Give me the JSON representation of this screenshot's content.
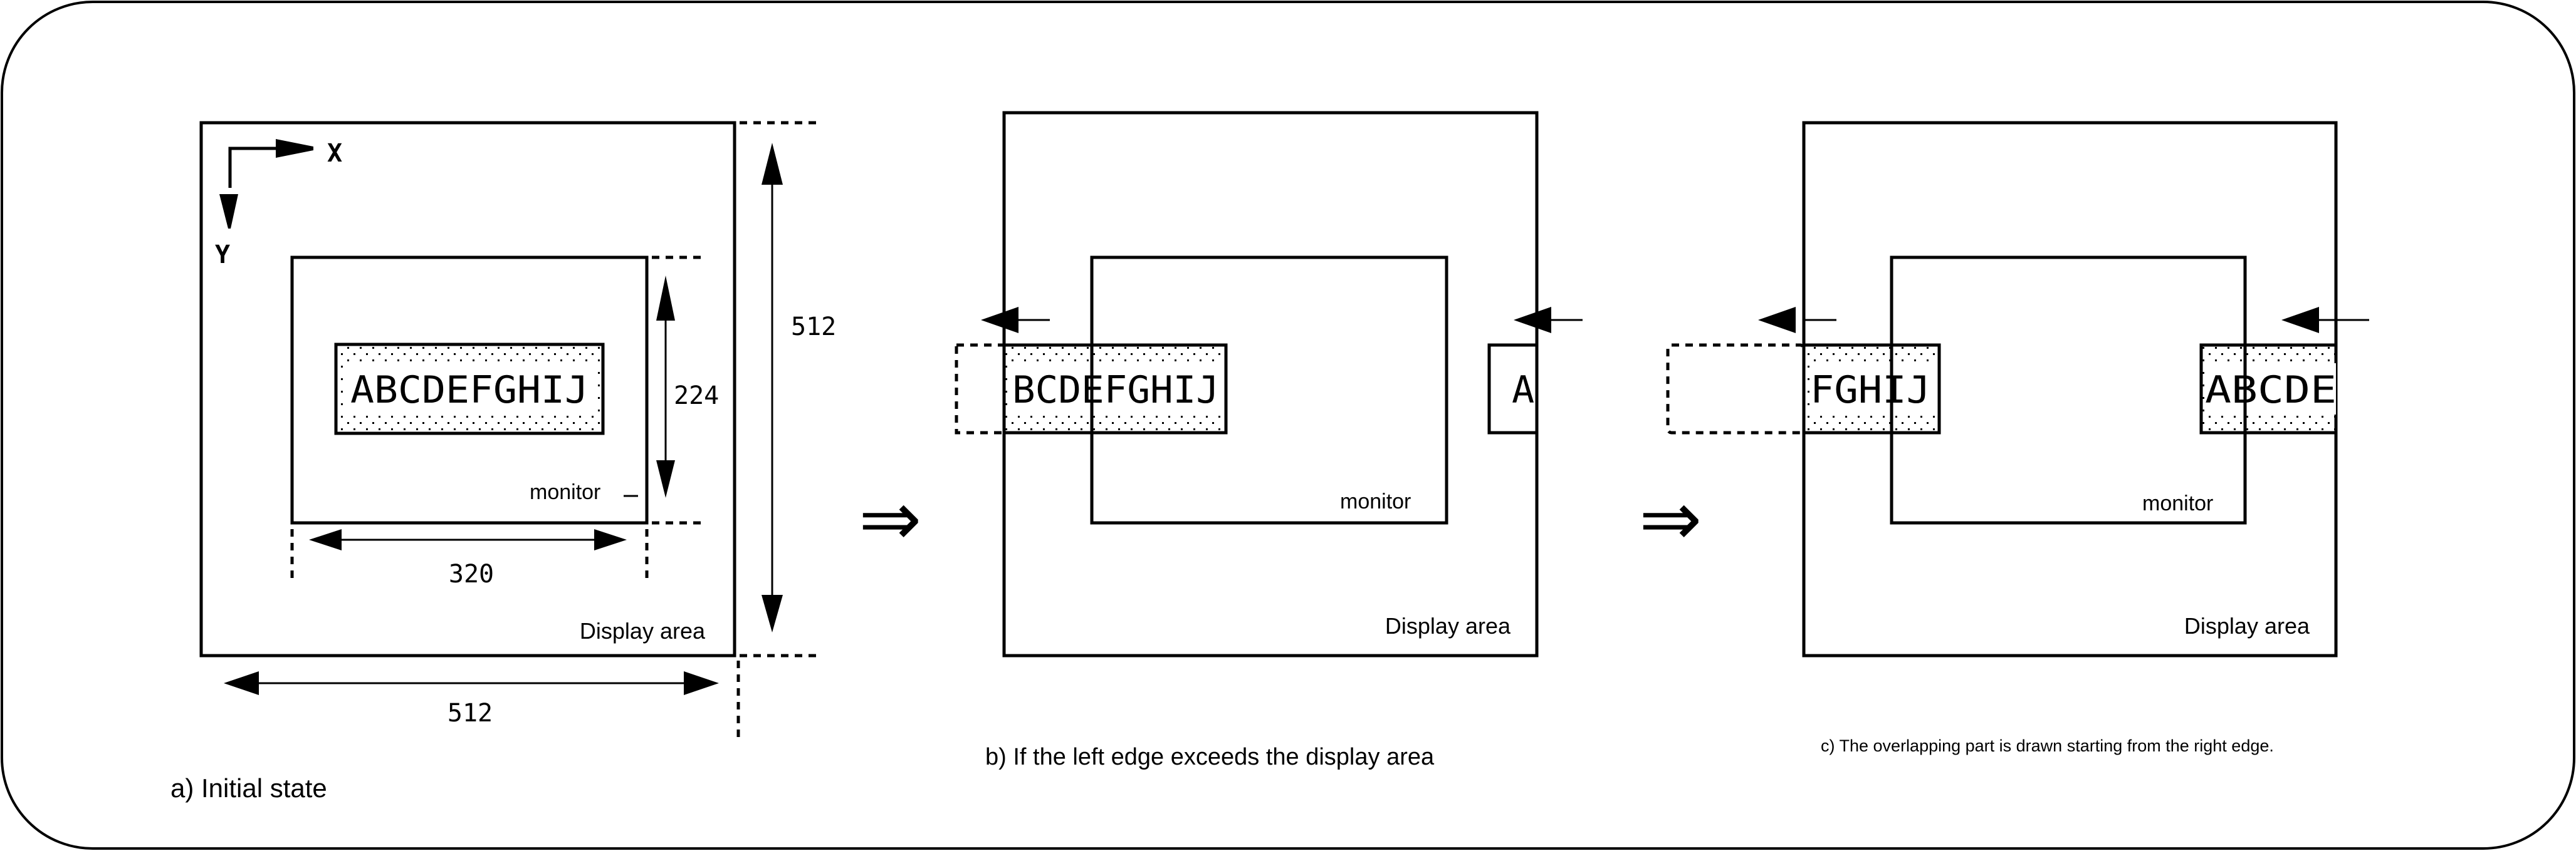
{
  "figure": {
    "panels": [
      {
        "id": "a",
        "caption": "a) Initial state",
        "display_label": "Display area",
        "monitor_label": "monitor",
        "text_string": "ABCDEFGHIJ",
        "axis_x_label": "X",
        "axis_y_label": "Y",
        "dim_display_width": "512",
        "dim_display_height": "512",
        "dim_monitor_width": "320",
        "dim_monitor_height": "224"
      },
      {
        "id": "b",
        "caption": "b) If the left edge exceeds the display area",
        "display_label": "Display area",
        "monitor_label": "monitor",
        "left_fragment": "BCDEFGHIJ",
        "right_fragment": "A"
      },
      {
        "id": "c",
        "caption": "c) The overlapping part is drawn starting from the right edge.",
        "display_label": "Display area",
        "monitor_label": "monitor",
        "left_fragment": "FGHIJ",
        "right_fragment": "ABCDE"
      }
    ],
    "transition_symbol": "⇒",
    "transition_arrow_icon": "double-right-arrow-icon",
    "wrap_arrow_icon": "left-arrow-icon",
    "colors": {
      "stroke": "#000000",
      "background": "#ffffff",
      "dot_fill": "#000000"
    }
  }
}
